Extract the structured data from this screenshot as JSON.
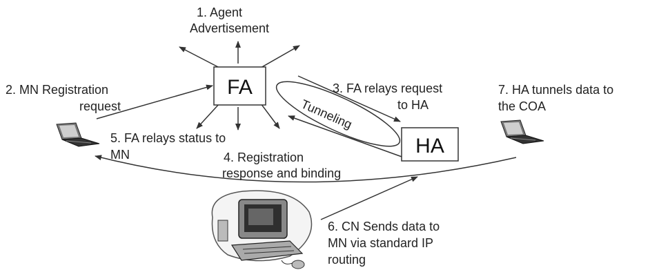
{
  "nodes": {
    "fa": {
      "label": "FA"
    },
    "ha": {
      "label": "HA"
    }
  },
  "steps": {
    "s1": [
      "1. Agent",
      "Advertisement"
    ],
    "s2": [
      "2. MN Registration",
      "request"
    ],
    "s3": [
      "3. FA relays request",
      "to HA"
    ],
    "s4": [
      "4. Registration",
      "response and binding"
    ],
    "s5": [
      "5. FA relays status to",
      "MN"
    ],
    "s6": [
      "6. CN Sends data to",
      "MN via standard IP",
      "routing"
    ],
    "s7": [
      "7. HA tunnels data to",
      "the COA"
    ]
  },
  "tunnel": {
    "label": "Tunneling"
  },
  "icons": {
    "mobile_node": "laptop-icon",
    "care_of_address": "laptop-icon",
    "correspondent_node": "desktop-computer-icon"
  }
}
